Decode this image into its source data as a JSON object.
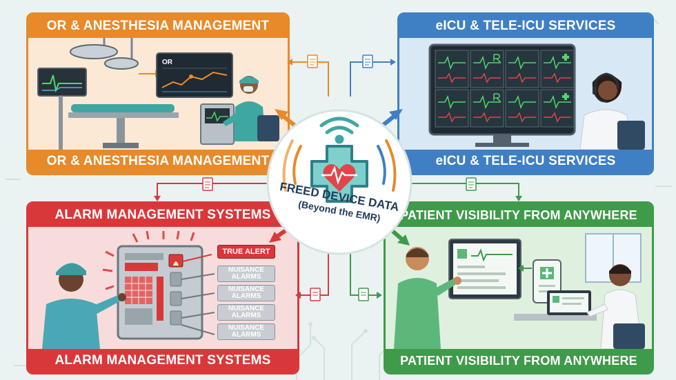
{
  "center": {
    "title": "FREED DEVICE DATA",
    "subtitle": "(Beyond the EMR)"
  },
  "panels": {
    "or": {
      "header": "OR & ANESTHESIA MANAGEMENT",
      "footer": "OR & ANESTHESIA MANAGEMENT",
      "monitor_label": "OR",
      "color": "#e8892a"
    },
    "eicu": {
      "header": "eICU & TELE-ICU SERVICES",
      "footer": "eICU & TELE-ICU SERVICES",
      "color": "#3f7fc4"
    },
    "alarm": {
      "header": "ALARM MANAGEMENT SYSTEMS",
      "footer": "ALARM MANAGEMENT SYSTEMS",
      "color": "#d9383a",
      "true_alert": "TRUE ALERT",
      "nuisance": [
        "NUISANCE ALARMS",
        "NUISANCE ALARMS",
        "NUISANCE ALARMS",
        "NUISANCE ALARMS"
      ]
    },
    "visibility": {
      "header": "PATIENT VISIBILITY FROM ANYWHERE",
      "footer": "PATIENT VISIBILITY FROM ANYWHERE",
      "color": "#3f9a4a"
    }
  },
  "icons": [
    "document-icon",
    "wifi-icon",
    "medical-cross-icon",
    "heart-icon",
    "alarm-bell-icon",
    "headset-icon"
  ]
}
